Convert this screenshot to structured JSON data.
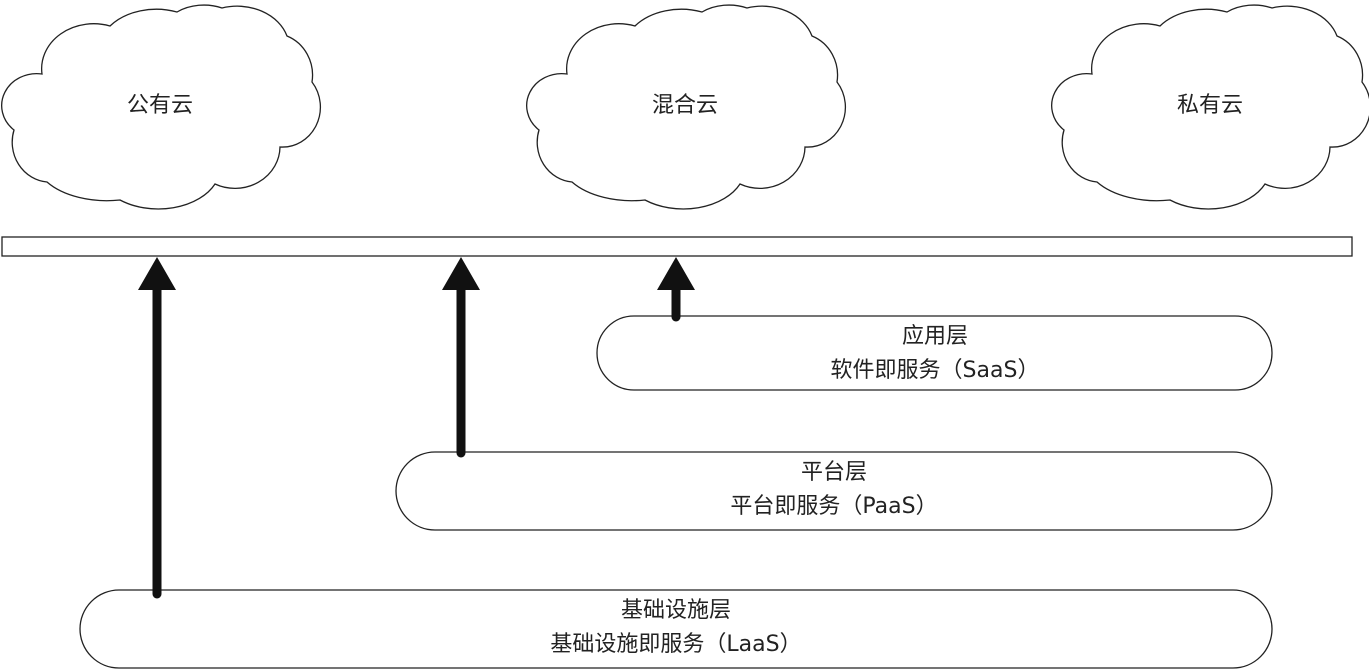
{
  "clouds": [
    {
      "label": "公有云"
    },
    {
      "label": "混合云"
    },
    {
      "label": "私有云"
    }
  ],
  "layers": {
    "saas": {
      "title": "应用层",
      "subtitle": "软件即服务（SaaS）"
    },
    "paas": {
      "title": "平台层",
      "subtitle": "平台即服务（PaaS）"
    },
    "iaas": {
      "title": "基础设施层",
      "subtitle": "基础设施即服务（LaaS）"
    }
  }
}
